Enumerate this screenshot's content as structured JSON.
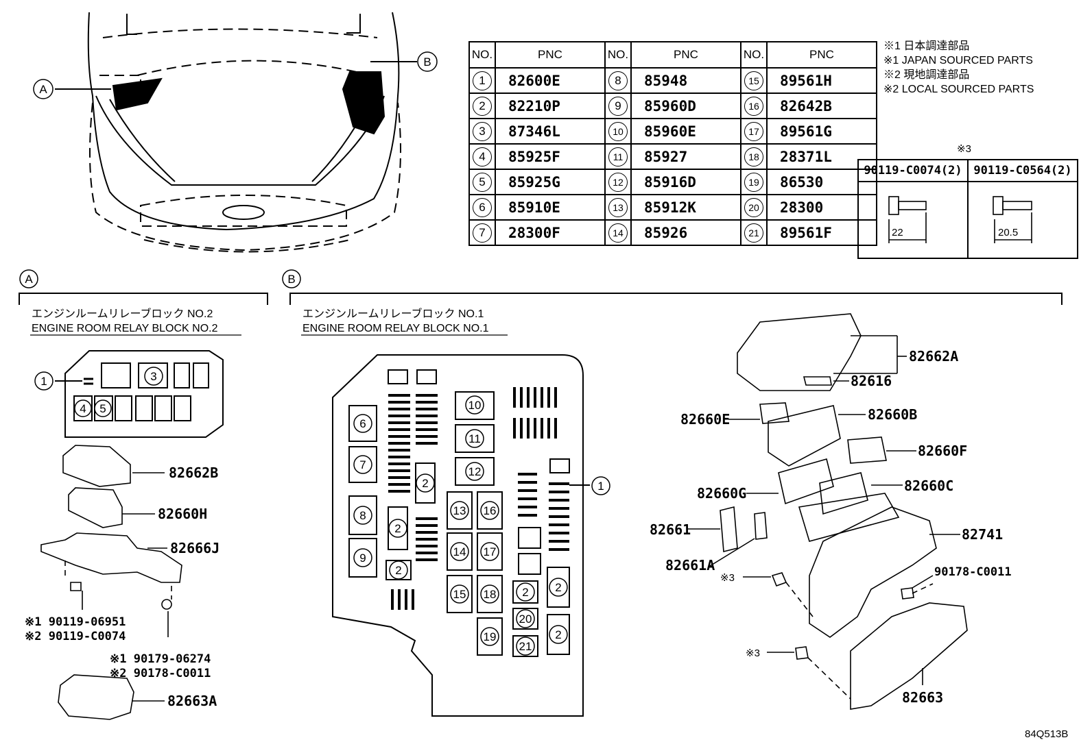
{
  "locators": {
    "a": "A",
    "b": "B"
  },
  "notes": [
    "※1 日本調達部品",
    "※1 JAPAN SOURCED PARTS",
    "※2 現地調達部品",
    "※2 LOCAL SOURCED PARTS"
  ],
  "pnc_table": {
    "headers": [
      "NO.",
      "PNC",
      "NO.",
      "PNC",
      "NO.",
      "PNC"
    ],
    "rows": [
      [
        {
          "no": "1",
          "pnc": "82600E"
        },
        {
          "no": "8",
          "pnc": "85948"
        },
        {
          "no": "15",
          "pnc": "89561H"
        }
      ],
      [
        {
          "no": "2",
          "pnc": "82210P"
        },
        {
          "no": "9",
          "pnc": "85960D"
        },
        {
          "no": "16",
          "pnc": "82642B"
        }
      ],
      [
        {
          "no": "3",
          "pnc": "87346L"
        },
        {
          "no": "10",
          "pnc": "85960E"
        },
        {
          "no": "17",
          "pnc": "89561G"
        }
      ],
      [
        {
          "no": "4",
          "pnc": "85925F"
        },
        {
          "no": "11",
          "pnc": "85927"
        },
        {
          "no": "18",
          "pnc": "28371L"
        }
      ],
      [
        {
          "no": "5",
          "pnc": "85925G"
        },
        {
          "no": "12",
          "pnc": "85916D"
        },
        {
          "no": "19",
          "pnc": "86530"
        }
      ],
      [
        {
          "no": "6",
          "pnc": "85910E"
        },
        {
          "no": "13",
          "pnc": "85912K"
        },
        {
          "no": "20",
          "pnc": "28300"
        }
      ],
      [
        {
          "no": "7",
          "pnc": "28300F"
        },
        {
          "no": "14",
          "pnc": "85926"
        },
        {
          "no": "21",
          "pnc": "89561F"
        }
      ]
    ]
  },
  "bolt_table": {
    "mark": "※3",
    "items": [
      {
        "part": "90119-C0074(2)",
        "dimension": "22"
      },
      {
        "part": "90119-C0564(2)",
        "dimension": "20.5"
      }
    ]
  },
  "section_a": {
    "label": "A",
    "title_jp": "エンジンルームリレーブロック NO.2",
    "title_en": "ENGINE ROOM RELAY BLOCK NO.2",
    "parts": {
      "p1": "82662B",
      "p2": "82660H",
      "p3": "82666J",
      "bolt_1": "※1 90119-06951",
      "bolt_2": "※2 90119-C0074",
      "nut_1": "※1 90179-06274",
      "nut_2": "※2 90178-C0011",
      "p4": "82663A"
    }
  },
  "section_b": {
    "label": "B",
    "title_jp": "エンジンルームリレーブロック NO.1",
    "title_en": "ENGINE ROOM RELAY BLOCK NO.1",
    "parts": {
      "cover": "82662A",
      "clip": "82616",
      "c_e": "82660E",
      "c_b": "82660B",
      "c_f": "82660F",
      "c_g": "82660G",
      "c_c": "82660C",
      "p_61": "82661",
      "p_41": "82741",
      "p_61a": "82661A",
      "nut": "90178-C0011",
      "mark3a": "※3",
      "mark3b": "※3",
      "lower": "82663"
    }
  },
  "diagram_code": "84Q513B"
}
